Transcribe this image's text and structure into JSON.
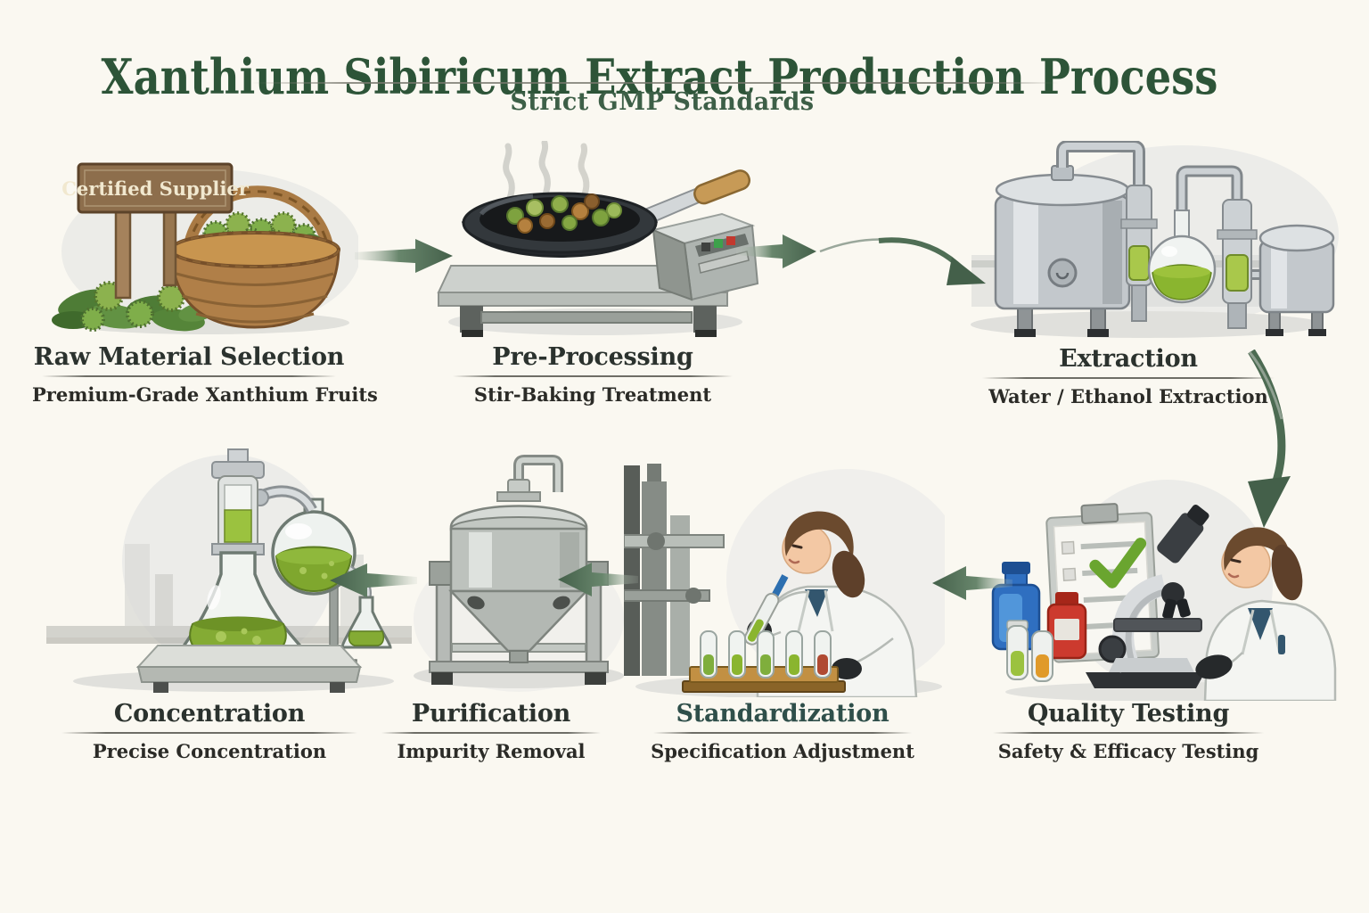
{
  "header": {
    "title": "Xanthium Sibiricum Extract Production Process",
    "subtitle": "Strict GMP Standards"
  },
  "colors": {
    "background": "#faf8f1",
    "title": "#2d5438",
    "subtitle": "#3d5f47",
    "step_title": "#2b322e",
    "standardization_title": "#2f4f4a",
    "arrow": "#4c6b52",
    "extract_green": "#8ab52f"
  },
  "raw_material": {
    "sign": "Certified Supplier"
  },
  "steps": [
    {
      "id": "raw-material-selection",
      "title": "Raw Material Selection",
      "caption": "Premium-Grade Xanthium Fruits"
    },
    {
      "id": "pre-processing",
      "title": "Pre-Processing",
      "caption": "Stir-Baking Treatment"
    },
    {
      "id": "extraction",
      "title": "Extraction",
      "caption": "Water / Ethanol Extraction"
    },
    {
      "id": "concentration",
      "title": "Concentration",
      "caption": "Precise Concentration"
    },
    {
      "id": "purification",
      "title": "Purification",
      "caption": "Impurity Removal"
    },
    {
      "id": "standardization",
      "title": "Standardization",
      "caption": "Specification Adjustment"
    },
    {
      "id": "quality-testing",
      "title": "Quality Testing",
      "caption": "Safety & Efficacy Testing"
    }
  ]
}
